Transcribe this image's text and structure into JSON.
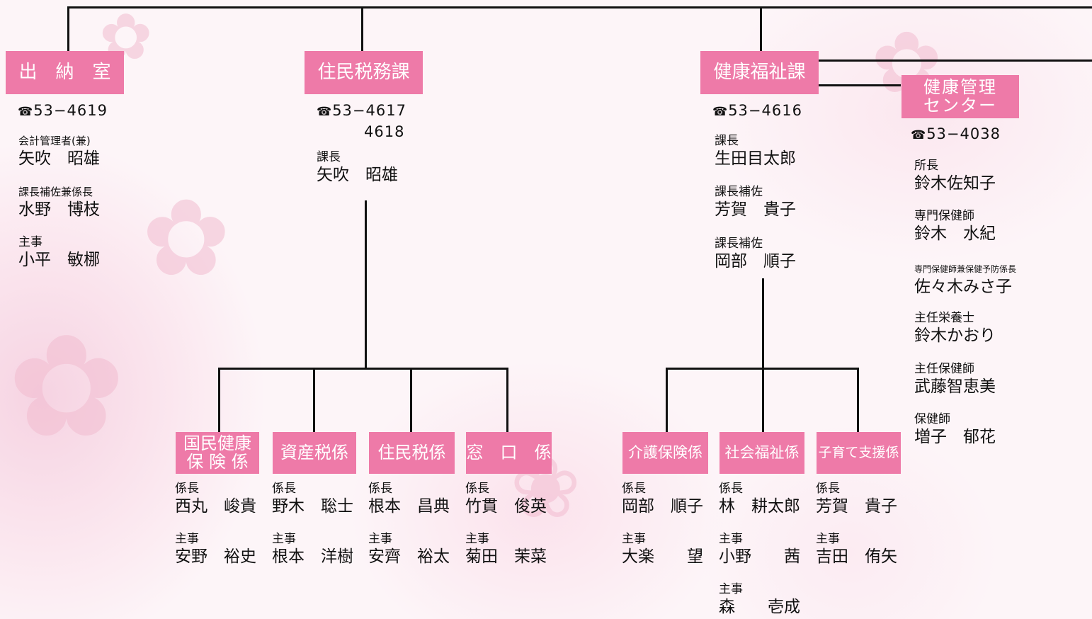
{
  "depts": {
    "suitou": {
      "name": "出　納　室",
      "phone": "53−4619",
      "staff": [
        {
          "role": "会計管理者(兼)",
          "name": "矢吹　昭雄"
        },
        {
          "role": "課長補佐兼係長",
          "name": "水野　博枝"
        },
        {
          "role": "主事",
          "name": "小平　敏梛"
        }
      ]
    },
    "juminzei": {
      "name": "住民税務課",
      "phone": "53−4617",
      "phone_ext": "4618",
      "staff": [
        {
          "role": "課長",
          "name": "矢吹　昭雄"
        }
      ]
    },
    "kenko": {
      "name": "健康福祉課",
      "phone": "53−4616",
      "staff": [
        {
          "role": "課長",
          "name": "生田目太郎"
        },
        {
          "role": "課長補佐",
          "name": "芳賀　貴子"
        },
        {
          "role": "課長補佐",
          "name": "岡部　順子"
        }
      ]
    },
    "center": {
      "name_line1": "健康管理",
      "name_line2": "センター",
      "phone": "53−4038",
      "staff": [
        {
          "role": "所長",
          "name": "鈴木佐知子"
        },
        {
          "role": "専門保健師",
          "name": "鈴木　水紀"
        },
        {
          "role": "専門保健師兼保健予防係長",
          "name": "佐々木みさ子"
        },
        {
          "role": "主任栄養士",
          "name": "鈴木かおり"
        },
        {
          "role": "主任保健師",
          "name": "武藤智恵美"
        },
        {
          "role": "保健師",
          "name": "増子　郁花"
        }
      ]
    }
  },
  "tel_symbol": "☎",
  "sections": {
    "kokumin": {
      "name_line1": "国民健康",
      "name_line2": "保 険 係",
      "staff": [
        {
          "role": "係長",
          "name": "西丸　峻貴"
        },
        {
          "role": "主事",
          "name": "安野　裕史"
        }
      ]
    },
    "shisan": {
      "name": "資産税係",
      "staff": [
        {
          "role": "係長",
          "name": "野木　聡士"
        },
        {
          "role": "主事",
          "name": "根本　洋樹"
        }
      ]
    },
    "jumin": {
      "name": "住民税係",
      "staff": [
        {
          "role": "係長",
          "name": "根本　昌典"
        },
        {
          "role": "主事",
          "name": "安齊　裕太"
        }
      ]
    },
    "madoguchi": {
      "name": "窓　口　係",
      "staff": [
        {
          "role": "係長",
          "name": "竹貫　俊英"
        },
        {
          "role": "主事",
          "name": "菊田　茉菜"
        }
      ]
    },
    "kaigo": {
      "name": "介護保険係",
      "staff": [
        {
          "role": "係長",
          "name": "岡部　順子"
        },
        {
          "role": "主事",
          "name": "大楽　　望"
        }
      ]
    },
    "shakai": {
      "name": "社会福祉係",
      "staff": [
        {
          "role": "係長",
          "name": "林　耕太郎"
        },
        {
          "role": "主事",
          "name": "小野　　茜"
        },
        {
          "role": "主事",
          "name": "森　　壱成"
        }
      ]
    },
    "kosodate": {
      "name": "子育て支援係",
      "staff": [
        {
          "role": "係長",
          "name": "芳賀　貴子"
        },
        {
          "role": "主事",
          "name": "吉田　侑矢"
        }
      ]
    }
  },
  "colors": {
    "box": "#ee7aa8",
    "line": "#111111",
    "background": "#fdf5f8"
  },
  "decorations": [
    "sakura-blossom",
    "sakura-petal"
  ]
}
